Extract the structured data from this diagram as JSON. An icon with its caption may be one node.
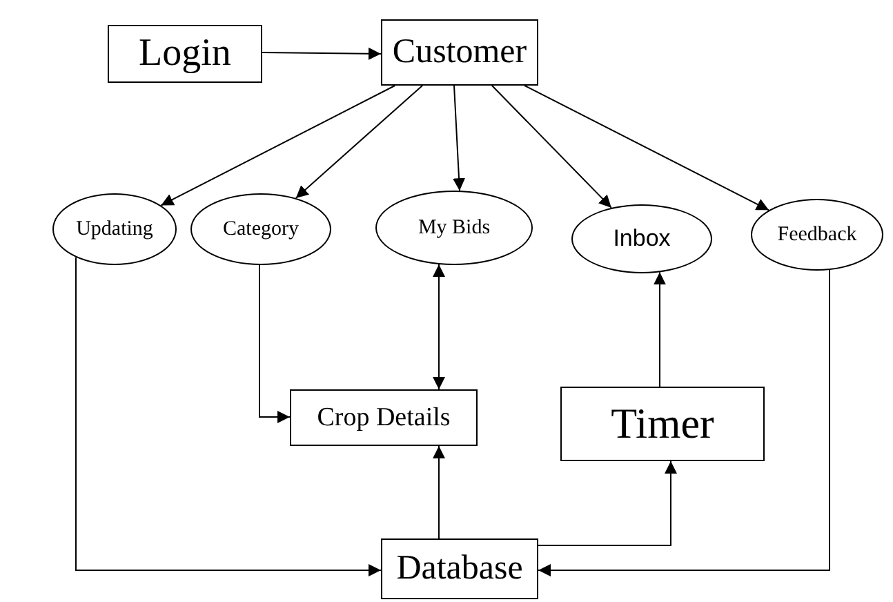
{
  "diagram": {
    "nodes": [
      {
        "text": [
          "Login"
        ]
      },
      {
        "text": [
          "Customer"
        ]
      },
      {
        "text": [
          "Updating"
        ]
      },
      {
        "text": [
          "Category"
        ]
      },
      {
        "text": [
          "My Bids"
        ]
      },
      {
        "text": [
          "Inbox"
        ]
      },
      {
        "text": [
          "Feedback"
        ]
      },
      {
        "text": [
          "Crop Details"
        ]
      },
      {
        "text": [
          "Timer"
        ]
      },
      {
        "text": [
          "Database"
        ]
      }
    ],
    "edges": [
      {
        "from": 0,
        "to": 1,
        "arrow": "to"
      },
      {
        "from": 1,
        "to": 2,
        "arrow": "to"
      },
      {
        "from": 1,
        "to": 3,
        "arrow": "to"
      },
      {
        "from": 1,
        "to": 4,
        "arrow": "to"
      },
      {
        "from": 1,
        "to": 5,
        "arrow": "to"
      },
      {
        "from": 1,
        "to": 6,
        "arrow": "to"
      },
      {
        "from": 3,
        "to": 7,
        "arrow": "to"
      },
      {
        "from": 4,
        "to": 7,
        "arrow": "both"
      },
      {
        "from": 9,
        "to": 7,
        "arrow": "to"
      },
      {
        "from": 9,
        "to": 8,
        "arrow": "to"
      },
      {
        "from": 8,
        "to": 5,
        "arrow": "to"
      },
      {
        "from": 2,
        "to": 9,
        "arrow": "to"
      },
      {
        "from": 6,
        "to": 9,
        "arrow": "to"
      }
    ]
  }
}
